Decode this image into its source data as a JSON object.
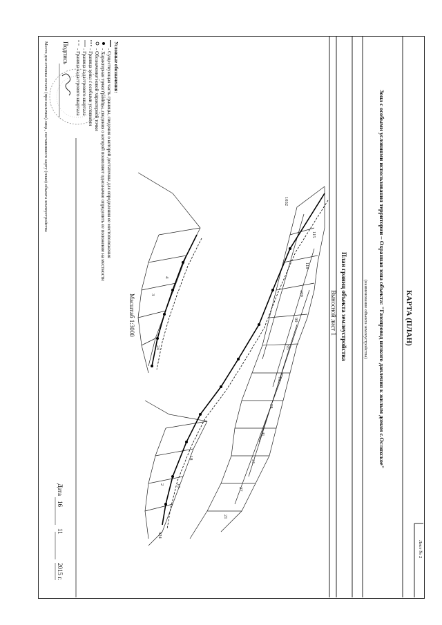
{
  "document": {
    "title": "КАРТА (ПЛАН)",
    "zone_title": "Зона с особыми условиями использования территории – Охранная зона объекта: \"Газопровод низкого давления к жилым домам с.Осляхское\"",
    "zone_caption": "(наименование объекта землеустройства)",
    "plan_title": "План границ объекта землеустройства",
    "sheet_label": "Выносной лист 1",
    "scale": "Масштаб 1:3000",
    "sheet_number": "Лист № 2",
    "date_label": "Дата",
    "date_day": "16",
    "date_month": "11",
    "date_year": "2015 г.",
    "signature_label": "Подпись",
    "stamp_note": "Место для оттиска печати (при наличии) лица, составившего карту (план) объекта землеустройства"
  },
  "legend": {
    "title": "Условные обозначения:",
    "items": [
      "- Существующая часть границы, сведения о которой достаточны для определения ее местоположения",
      "- Характерная точка границы, сведения о которой позволяют однозначно определить ее положение на местности",
      "- Обозначение новой характерной точки",
      "- Граница зоны с особыми условиями",
      "- Граница кадастрового квартала",
      "- Граница кадастрового квартала"
    ]
  },
  "map_labels": [
    "115",
    "118",
    "109",
    "99",
    "95",
    "73",
    "58",
    "41",
    "31",
    "27",
    "21",
    "18",
    "10",
    "524",
    "1032",
    "3",
    "24",
    "4",
    "2"
  ]
}
